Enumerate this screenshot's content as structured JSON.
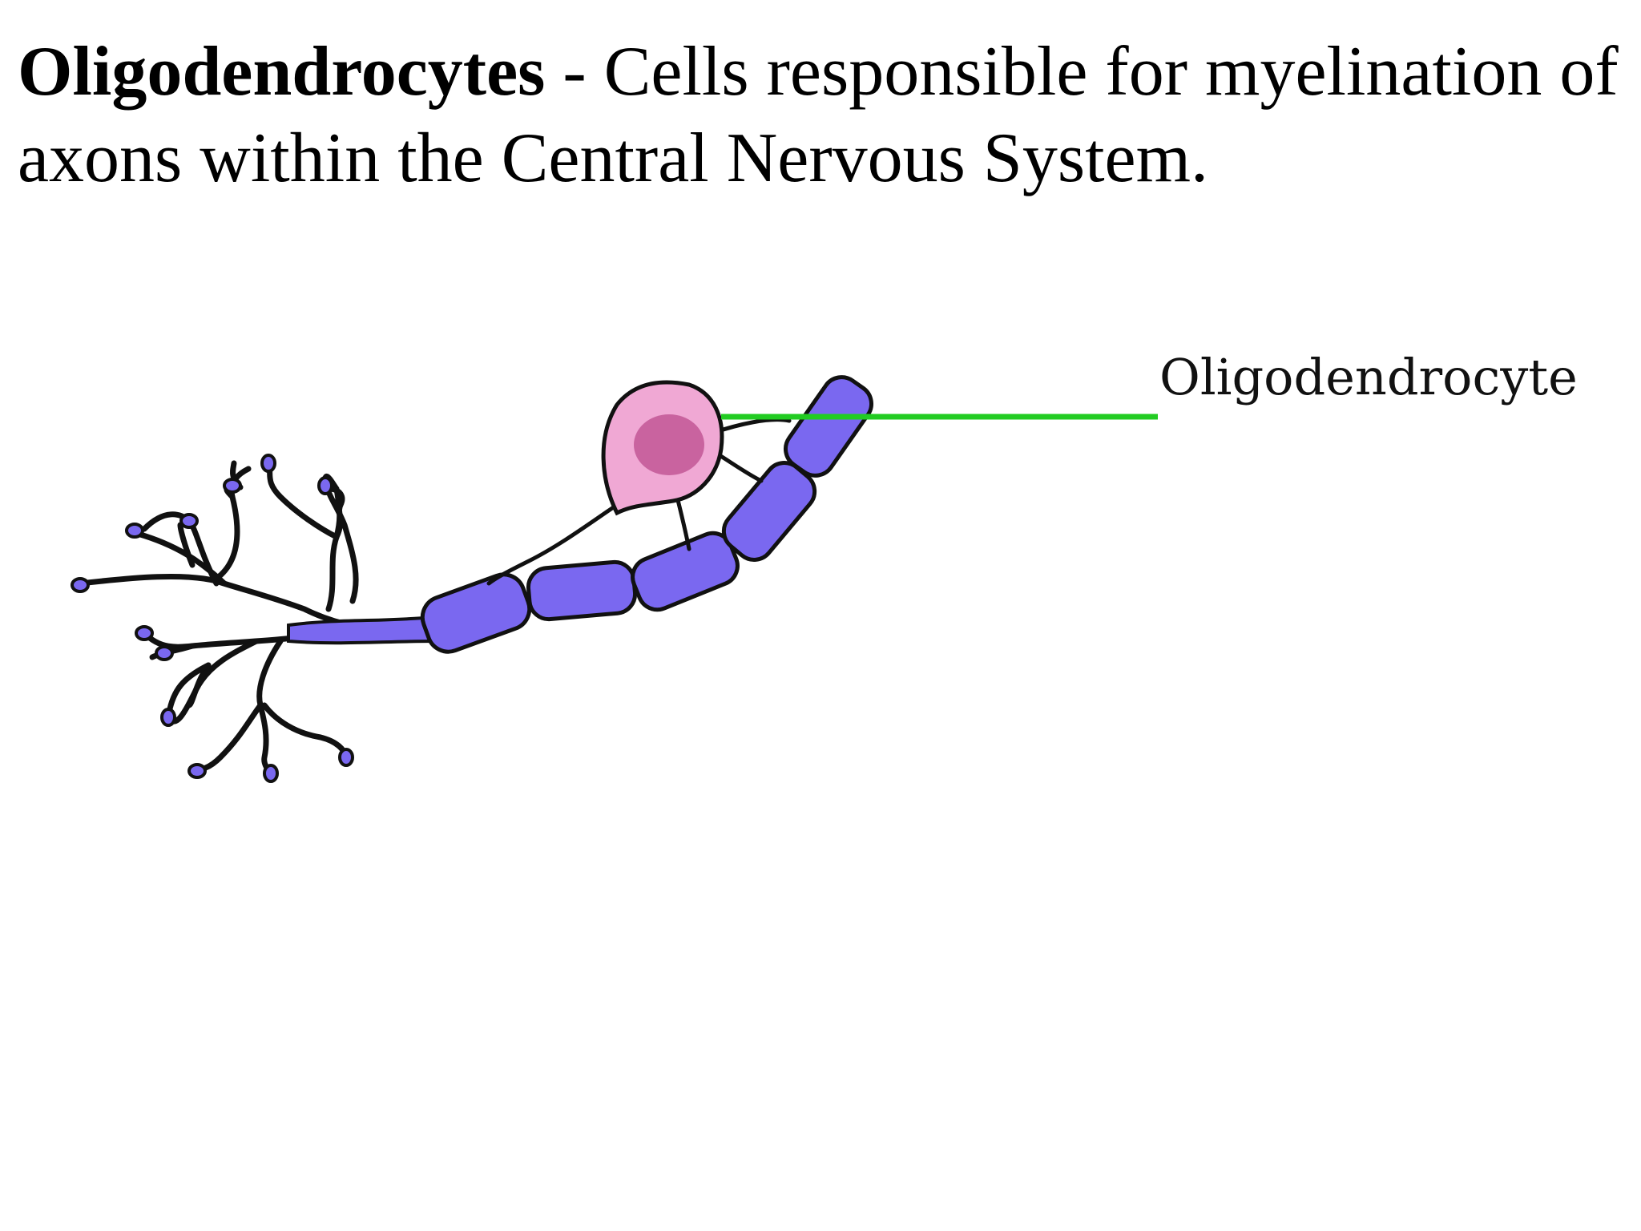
{
  "heading": {
    "term": "Oligodendrocytes",
    "separator": " - ",
    "description": "Cells responsible for myelination of axons within the Central Nervous System."
  },
  "diagram": {
    "label": "Oligodendrocyte",
    "colors": {
      "myelin_sheath": "#7a68f0",
      "cell_body": "#f0a8d4",
      "nucleus": "#c9639f",
      "leader_line": "#22cc22",
      "outline": "#111111"
    },
    "icons": [
      "neuron-dendrites",
      "oligodendrocyte-cell",
      "myelin-sheath-segments"
    ]
  }
}
